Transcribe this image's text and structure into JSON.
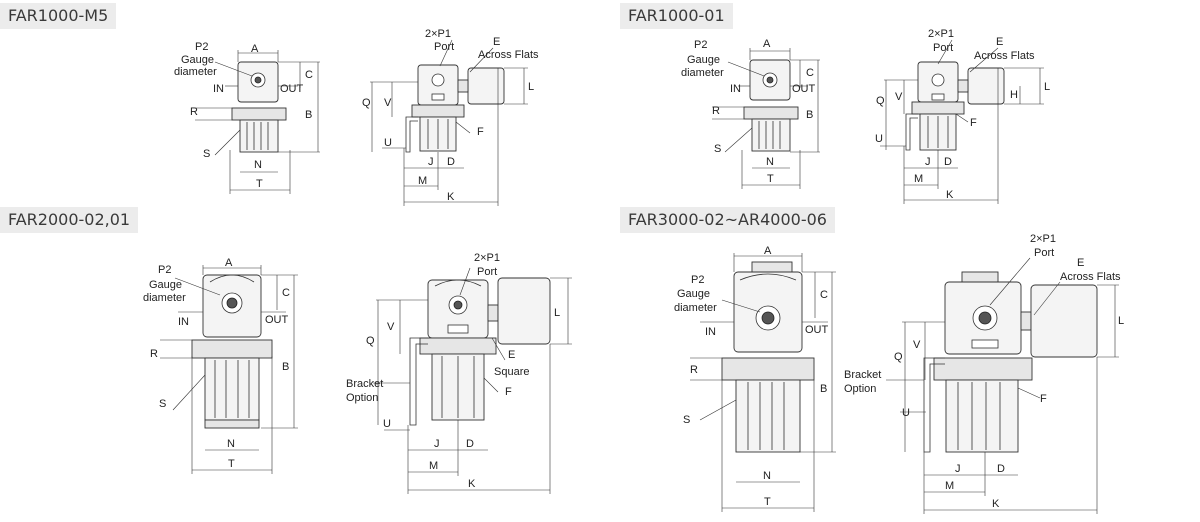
{
  "models": [
    {
      "title": "FAR1000-M5"
    },
    {
      "title": "FAR1000-01"
    },
    {
      "title": "FAR2000-02,01"
    },
    {
      "title": "FAR3000-02~AR4000-06"
    }
  ],
  "labels": {
    "p2": "P2",
    "gauge": "Gauge",
    "diameter": "diameter",
    "in": "IN",
    "out": "OUT",
    "port_count": "2×P1",
    "port": "Port",
    "e": "E",
    "across_flats": "Across Flats",
    "square": "Square",
    "bracket": "Bracket",
    "option": "Option",
    "A": "A",
    "B": "B",
    "C": "C",
    "D": "D",
    "F": "F",
    "H": "H",
    "J": "J",
    "K": "K",
    "L": "L",
    "M": "M",
    "N": "N",
    "Q": "Q",
    "R": "R",
    "S": "S",
    "T": "T",
    "U": "U",
    "V": "V"
  }
}
